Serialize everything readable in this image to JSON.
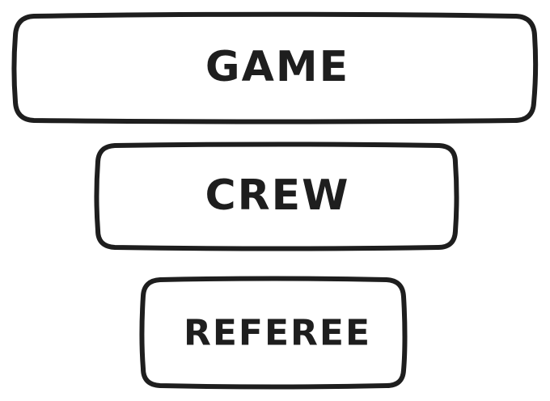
{
  "diagram": {
    "boxes": [
      {
        "label": "GAME"
      },
      {
        "label": "CREW"
      },
      {
        "label": "REFEREE"
      }
    ],
    "colors": {
      "stroke": "#1e1e1e",
      "background": "#ffffff"
    }
  }
}
